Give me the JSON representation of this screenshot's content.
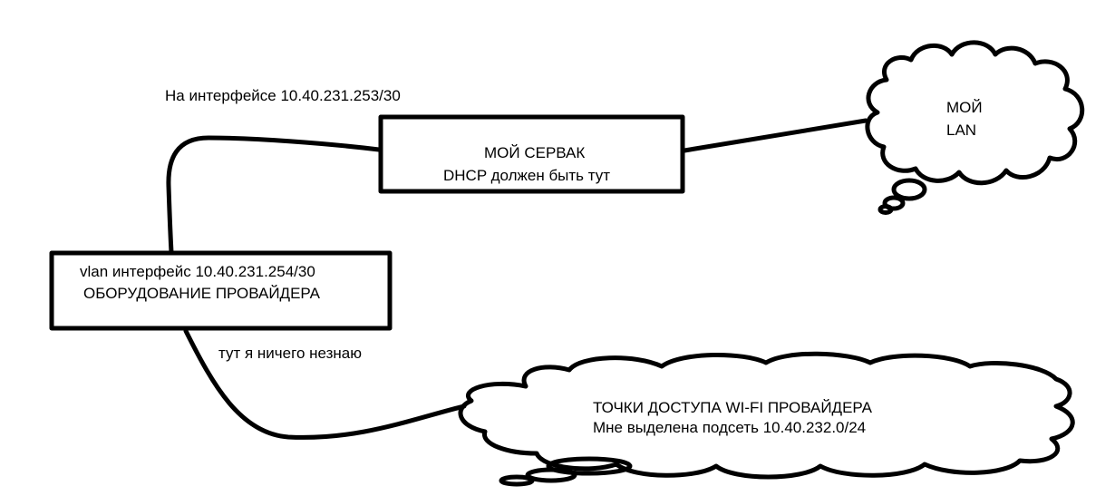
{
  "annotations": {
    "server_interface": "На интерфейсе 10.40.231.253/30",
    "provider_unknown": "тут я ничего незнаю"
  },
  "server_box": {
    "title": "МОЙ СЕРВАК",
    "subtitle": "DHCP должен быть тут"
  },
  "provider_box": {
    "line1": "vlan интерфейс 10.40.231.254/30",
    "line2": "ОБОРУДОВАНИЕ ПРОВАЙДЕРА"
  },
  "lan_cloud": {
    "line1": "МОЙ",
    "line2": "LAN"
  },
  "wifi_cloud": {
    "line1": "ТОЧКИ ДОСТУПА WI-FI ПРОВАЙДЕРА",
    "line2": "Мне выделена подсеть 10.40.232.0/24"
  }
}
